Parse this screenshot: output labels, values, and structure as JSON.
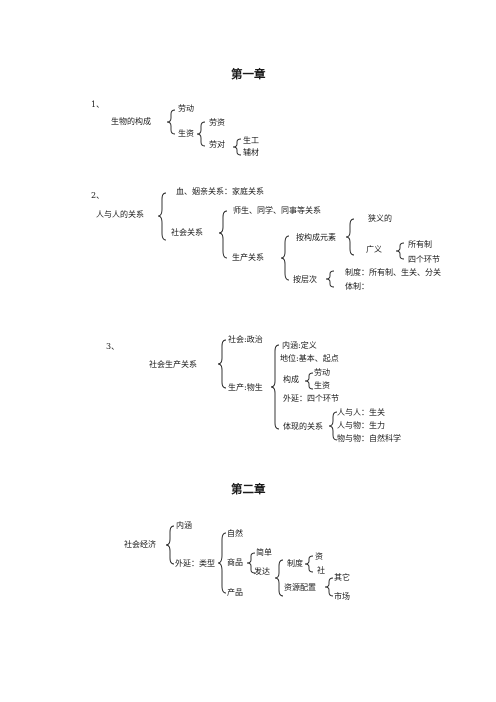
{
  "ch1": {
    "title": "第一章",
    "s1": {
      "num": "1、",
      "root": "生物的构成",
      "a": "劳动",
      "b": "生资",
      "b1": "劳资",
      "b2": "劳对",
      "b2a": "生工",
      "b2b": "辅材"
    },
    "s2": {
      "num": "2、",
      "root": "人与人的关系",
      "a": "血、姻亲关系：家庭关系",
      "b": "社会关系",
      "b1": "师生、同学、同事等关系",
      "b2": "生产关系",
      "c1": "按构成元素",
      "c1a": "狭义的",
      "c1b": "广义",
      "c1b1": "所有制",
      "c1b2": "四个环节",
      "c2": "按层次",
      "c2a": "制度：所有制、生关、分关",
      "c2b": "体制："
    },
    "s3": {
      "num": "3、",
      "root": "社会生产关系",
      "a": "社会:政治",
      "b": "生产:物生",
      "b1": "内涵:定义",
      "b2": "地位:基本、起点",
      "b3": "构成",
      "b3a": "劳动",
      "b3b": "生资",
      "b4": "外延：四个环节",
      "b5": "体现的关系",
      "b5a": "人与人：生关",
      "b5b": "人与物：生力",
      "b5c": "物与物：自然科学"
    }
  },
  "ch2": {
    "title": "第二章",
    "root": "社会经济",
    "a": "内涵",
    "b": "外延：类型",
    "b1": "自然",
    "b2": "商品",
    "b2a": "简单",
    "b2b": "发达",
    "b2b1": "制度",
    "b2b1a": "资",
    "b2b1b": "社",
    "b2b2": "资源配置",
    "b2b2a": "其它",
    "b2b2b": "市场",
    "b3": "产品"
  }
}
